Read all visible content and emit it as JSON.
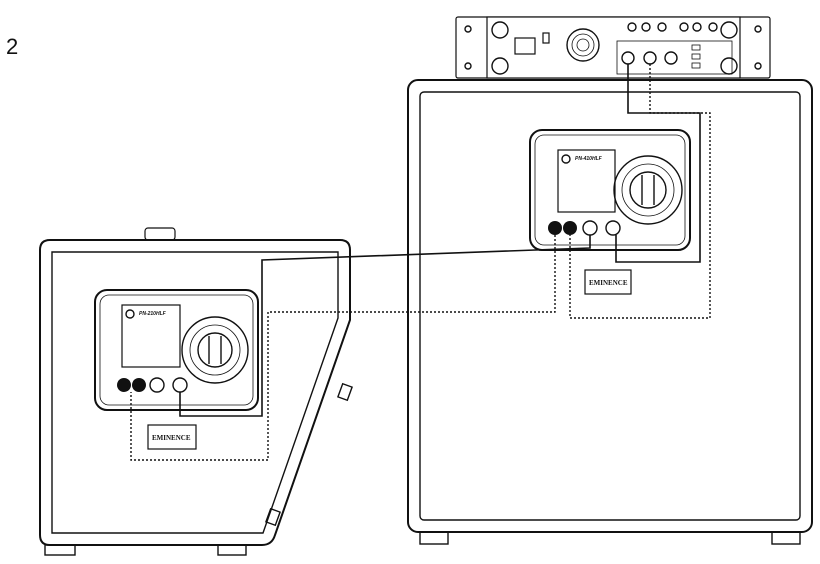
{
  "figure_number": "2",
  "right_cabinet": {
    "model_label": "PN-410HLF",
    "badge_text": "EMINENCE"
  },
  "left_cabinet": {
    "model_label": "PN-210HLF",
    "badge_text": "EMINENCE"
  }
}
